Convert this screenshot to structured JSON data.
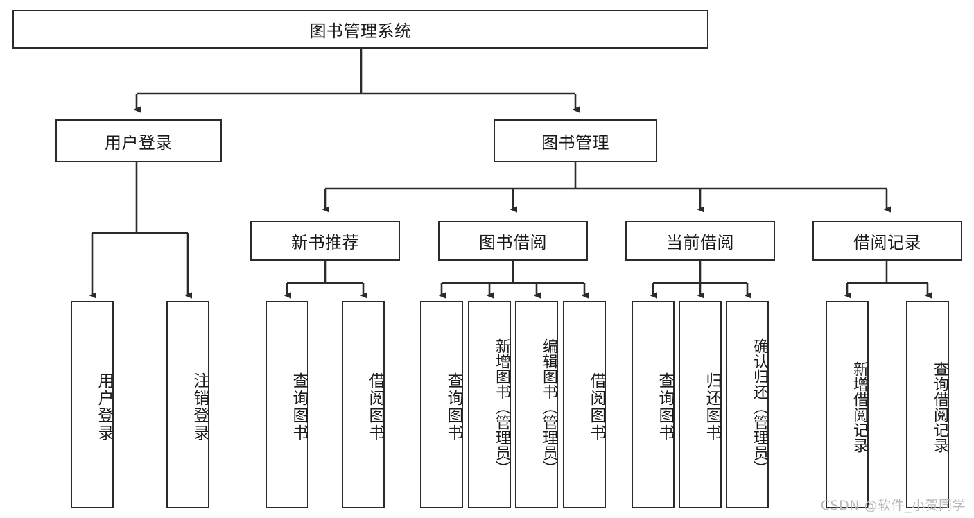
{
  "diagram": {
    "type": "tree",
    "title": "图书管理系统",
    "watermark": "CSDN @软件_小贺同学",
    "colors": {
      "background": "#ffffff",
      "stroke": "#2b2b2b",
      "text": "#1a1a1a",
      "watermark": "#b9b9b9"
    },
    "levels": {
      "root": {
        "label": "图书管理系统"
      },
      "level2": [
        {
          "label": "用户登录"
        },
        {
          "label": "图书管理"
        }
      ],
      "level3": [
        {
          "label": "新书推荐"
        },
        {
          "label": "图书借阅"
        },
        {
          "label": "当前借阅"
        },
        {
          "label": "借阅记录"
        }
      ],
      "leaves": {
        "user_login": [
          {
            "label": "用户登录"
          },
          {
            "label": "注销登录"
          }
        ],
        "new_book_recommend": [
          {
            "label": "查询图书"
          },
          {
            "label": "借阅图书"
          }
        ],
        "book_borrow": [
          {
            "label": "查询图书"
          },
          {
            "label": "新增图书（管理员）"
          },
          {
            "label": "编辑图书（管理员）"
          },
          {
            "label": "借阅图书"
          }
        ],
        "current_borrow": [
          {
            "label": "查询图书"
          },
          {
            "label": "归还图书"
          },
          {
            "label": "确认归还（管理员）"
          }
        ],
        "borrow_record": [
          {
            "label": "新增借阅记录"
          },
          {
            "label": "查询借阅记录"
          }
        ]
      }
    }
  }
}
